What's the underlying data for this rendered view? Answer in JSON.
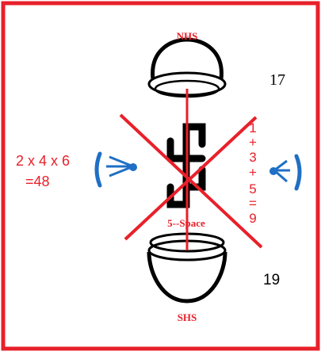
{
  "labels": {
    "north": "NHS",
    "south": "SHS",
    "top_number": "17",
    "bottom_number": "19",
    "left_equation_line1": "2 x 4 x 6",
    "left_equation_line2": "=48",
    "right_sum": [
      "1",
      "+",
      "3",
      "+",
      "5",
      "=",
      "9"
    ],
    "space_label": "5--Space"
  },
  "colors": {
    "frame": "#e8202a",
    "red_text": "#e8202a",
    "black": "#000000",
    "blue": "#1f6fc4",
    "cross": "#e8202a"
  },
  "icons": {
    "left_eye": "eye-icon",
    "right_eye": "eye-icon",
    "center_symbol": "s-loop-symbol"
  }
}
